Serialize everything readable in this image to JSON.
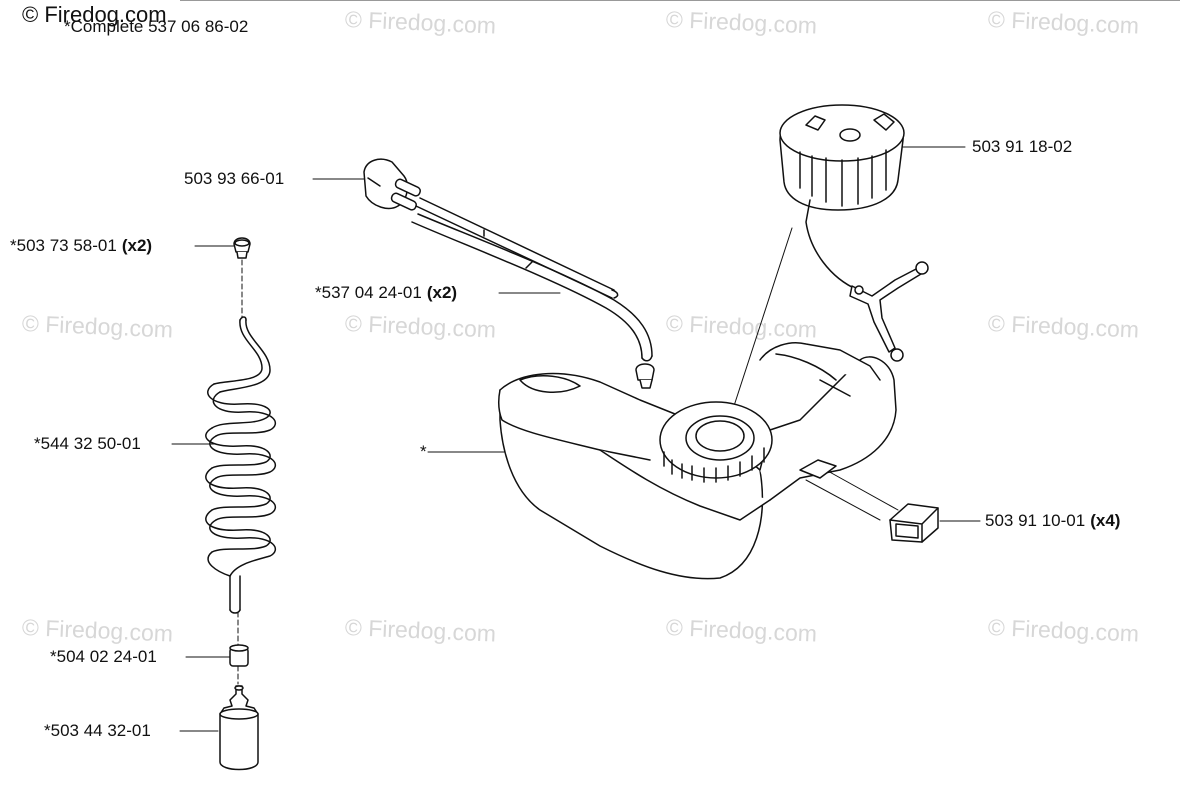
{
  "watermark": {
    "text": "© Firedog.com"
  },
  "header": {
    "kit_label": "*Complete 537 06 86-02"
  },
  "callouts": [
    {
      "id": "cap",
      "part": "503 91 18-02",
      "qty": ""
    },
    {
      "id": "vent",
      "part": "503 93 66-01",
      "qty": ""
    },
    {
      "id": "grommet",
      "part": "*503 73 58-01",
      "qty": "(x2)"
    },
    {
      "id": "fuelhose",
      "part": "*537 04 24-01",
      "qty": "(x2)"
    },
    {
      "id": "coil",
      "part": "*544 32 50-01",
      "qty": ""
    },
    {
      "id": "tank",
      "part": "*",
      "qty": ""
    },
    {
      "id": "buffer",
      "part": "503 91 10-01",
      "qty": "(x4)"
    },
    {
      "id": "sleeve",
      "part": "*504 02 24-01",
      "qty": ""
    },
    {
      "id": "filter",
      "part": "*503 44 32-01",
      "qty": ""
    }
  ]
}
